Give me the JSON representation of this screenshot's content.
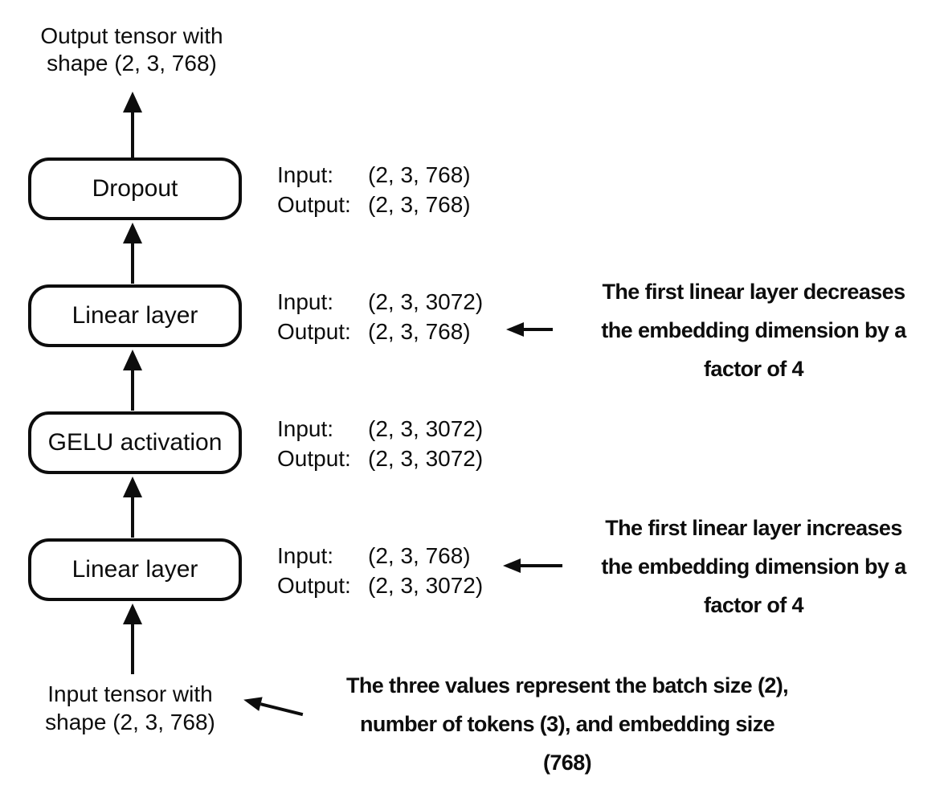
{
  "colors": {
    "ink": "#0d0d0d",
    "background": "#ffffff"
  },
  "top_label": {
    "line1": "Output tensor with",
    "line2": "shape (2, 3, 768)"
  },
  "bottom_label": {
    "line1": "Input tensor with",
    "line2": "shape (2, 3, 768)"
  },
  "io_labels": {
    "input": "Input:",
    "output": "Output:"
  },
  "layers": [
    {
      "name": "Dropout",
      "input": "(2, 3, 768)",
      "output": "(2, 3, 768)"
    },
    {
      "name": "Linear layer",
      "input": "(2, 3, 3072)",
      "output": "(2, 3, 768)"
    },
    {
      "name": "GELU activation",
      "input": "(2, 3, 3072)",
      "output": "(2, 3, 3072)"
    },
    {
      "name": "Linear layer",
      "input": "(2, 3, 768)",
      "output": "(2, 3, 3072)"
    }
  ],
  "annotations": [
    {
      "lines": [
        "The first linear layer decreases",
        "the embedding dimension by a",
        "factor of 4"
      ]
    },
    {
      "lines": [
        "The first linear layer increases",
        "the embedding dimension by a",
        "factor of 4"
      ]
    },
    {
      "lines": [
        "The three values represent the batch size (2),",
        "number of tokens (3), and embedding size",
        "(768)"
      ]
    }
  ]
}
